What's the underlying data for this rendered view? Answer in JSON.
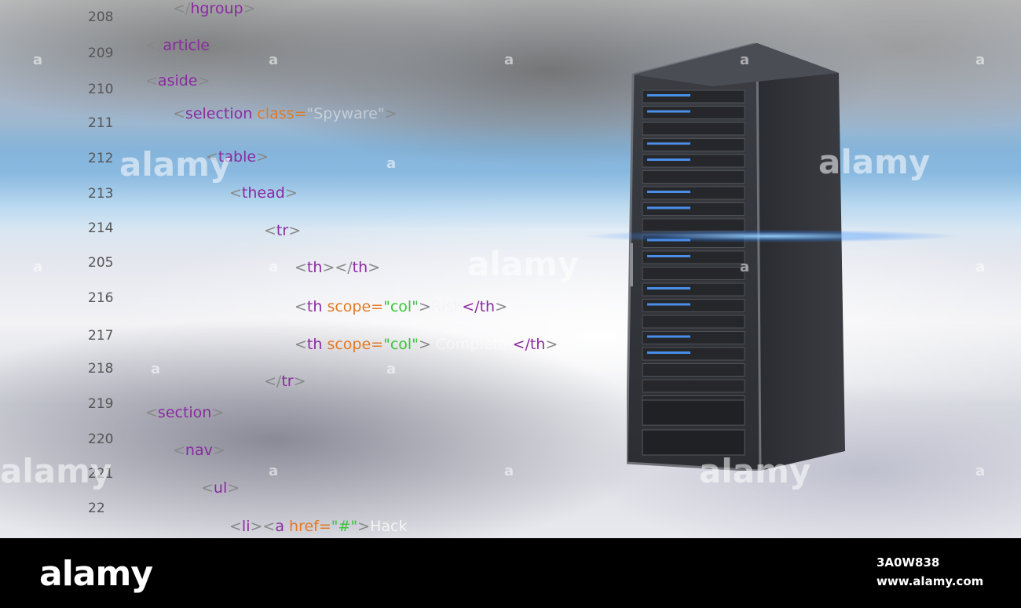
{
  "code": {
    "line_numbers": [
      "208",
      "209",
      "210",
      "211",
      "212",
      "213",
      "214",
      "205",
      "216",
      "217",
      "218",
      "219",
      "220",
      "221",
      "22"
    ],
    "l208": {
      "open": "</",
      "tag": "hgroup",
      "close": ">"
    },
    "l209": {
      "open": "</",
      "tag": "article",
      "close": ">"
    },
    "l210": {
      "open": "<",
      "tag": "aside",
      "close": ">"
    },
    "l211": {
      "open": "<",
      "tag": "selection",
      "attr": " class=",
      "value": "\"Spyware\"",
      "close": ">"
    },
    "l212": {
      "open": "<",
      "tag": "table",
      "close": ">"
    },
    "l213": {
      "open": "<",
      "tag": "thead",
      "close": ">"
    },
    "l214": {
      "open": "<",
      "tag": "tr",
      "close": ">"
    },
    "l205": {
      "open": "<",
      "tag": "th",
      "mid": "></",
      "tag2": "th",
      "close": ">"
    },
    "l216": {
      "open": "<",
      "tag": "th",
      "attr": " scope=",
      "value": "\"col\"",
      "gt": ">",
      "text": "Risk",
      "open2": "</",
      "tag2": "th",
      "close": ">"
    },
    "l217": {
      "open": "<",
      "tag": "th",
      "attr": " scope=",
      "value": "\"col\"",
      "gt": ">",
      "text": "Complete",
      "open2": "</",
      "tag2": "th",
      "close": ">"
    },
    "l218": {
      "open": "</",
      "tag": "tr",
      "close": ">"
    },
    "l219": {
      "open": "<",
      "tag": "section",
      "close": ">"
    },
    "l220": {
      "open": "<",
      "tag": "nav",
      "close": ">"
    },
    "l221": {
      "open": "<",
      "tag": "ul",
      "close": ">"
    },
    "l22": {
      "open": "<",
      "tag": "li",
      "close": ">",
      "open2": "<",
      "tag2": "a",
      "attr": " href=",
      "value": "\"#\"",
      "gt": ">",
      "text": "Hack"
    }
  },
  "watermark": {
    "text": "alamy",
    "small": "a"
  },
  "footer": {
    "logo": "alamy",
    "image_id": "3A0W838",
    "url": "www.alamy.com"
  },
  "colors": {
    "tag": "#8a2aa0",
    "attr": "#e07a24",
    "value": "#3ac43a",
    "text": "#f4f4f4",
    "footer_bg": "#000000"
  }
}
